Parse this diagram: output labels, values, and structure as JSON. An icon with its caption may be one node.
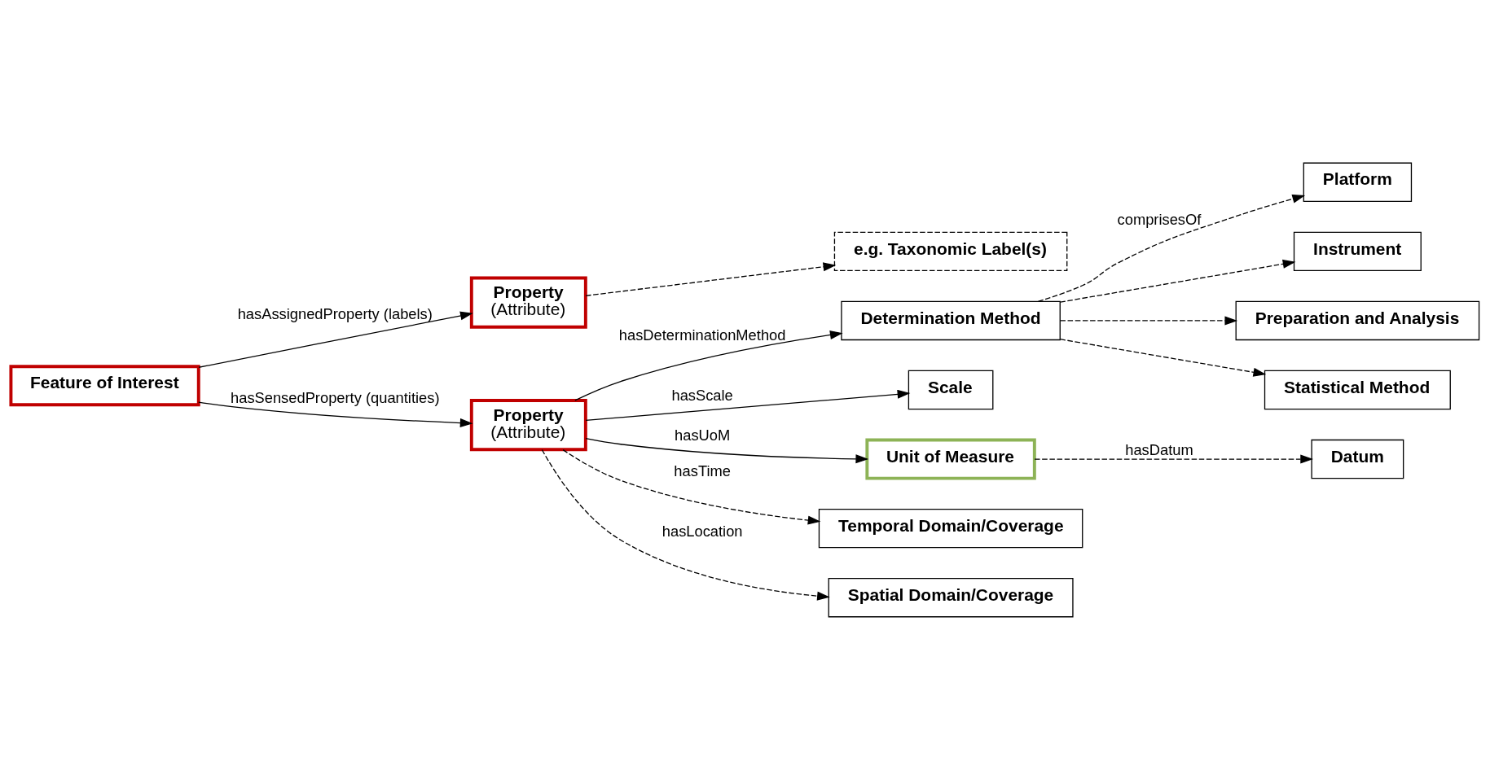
{
  "diagram": {
    "nodes": [
      {
        "text": [
          "e.g. Taxonomic Label(s)"
        ]
      },
      {
        "text": [
          "Feature of Interest"
        ]
      },
      {
        "text": [
          "Property",
          "(Attribute)"
        ]
      },
      {
        "text": [
          "Property",
          "(Attribute)"
        ]
      },
      {
        "text": [
          "Determination Method"
        ]
      },
      {
        "text": [
          "Platform"
        ]
      },
      {
        "text": [
          "Instrument"
        ]
      },
      {
        "text": [
          "Preparation and Analysis"
        ]
      },
      {
        "text": [
          "Statistical Method"
        ]
      },
      {
        "text": [
          "Scale"
        ]
      },
      {
        "text": [
          "Unit of Measure"
        ]
      },
      {
        "text": [
          "Datum"
        ]
      },
      {
        "text": [
          "Temporal Domain/Coverage"
        ]
      },
      {
        "text": [
          "Spatial Domain/Coverage"
        ]
      }
    ],
    "edges": [
      {
        "from": 2,
        "to": 0,
        "arrow": "to",
        "style": "dashed"
      },
      {
        "from": 1,
        "to": 2,
        "arrow": "to",
        "label": "hasAssignedProperty (labels)"
      },
      {
        "from": 1,
        "to": 3,
        "arrow": "to",
        "label": "hasSensedProperty (quantities)"
      },
      {
        "from": 3,
        "to": 4,
        "arrow": "to",
        "label": "hasDeterminationMethod"
      },
      {
        "from": 4,
        "to": 5,
        "arrow": "to",
        "style": "dashed",
        "label": "comprisesOf"
      },
      {
        "from": 4,
        "to": 6,
        "arrow": "to",
        "style": "dashed"
      },
      {
        "from": 4,
        "to": 7,
        "arrow": "to",
        "style": "dashed"
      },
      {
        "from": 4,
        "to": 8,
        "arrow": "to",
        "style": "dashed"
      },
      {
        "from": 3,
        "to": 9,
        "arrow": "to",
        "label": "hasScale"
      },
      {
        "from": 3,
        "to": 10,
        "arrow": "to",
        "label": "hasUoM"
      },
      {
        "from": 10,
        "to": 11,
        "arrow": "to",
        "style": "dashed",
        "label": "hasDatum"
      },
      {
        "from": 3,
        "to": 12,
        "arrow": "to",
        "style": "dashed",
        "label": "hasTime"
      },
      {
        "from": 3,
        "to": 13,
        "arrow": "to",
        "style": "dashed",
        "label": "hasLocation"
      }
    ]
  }
}
